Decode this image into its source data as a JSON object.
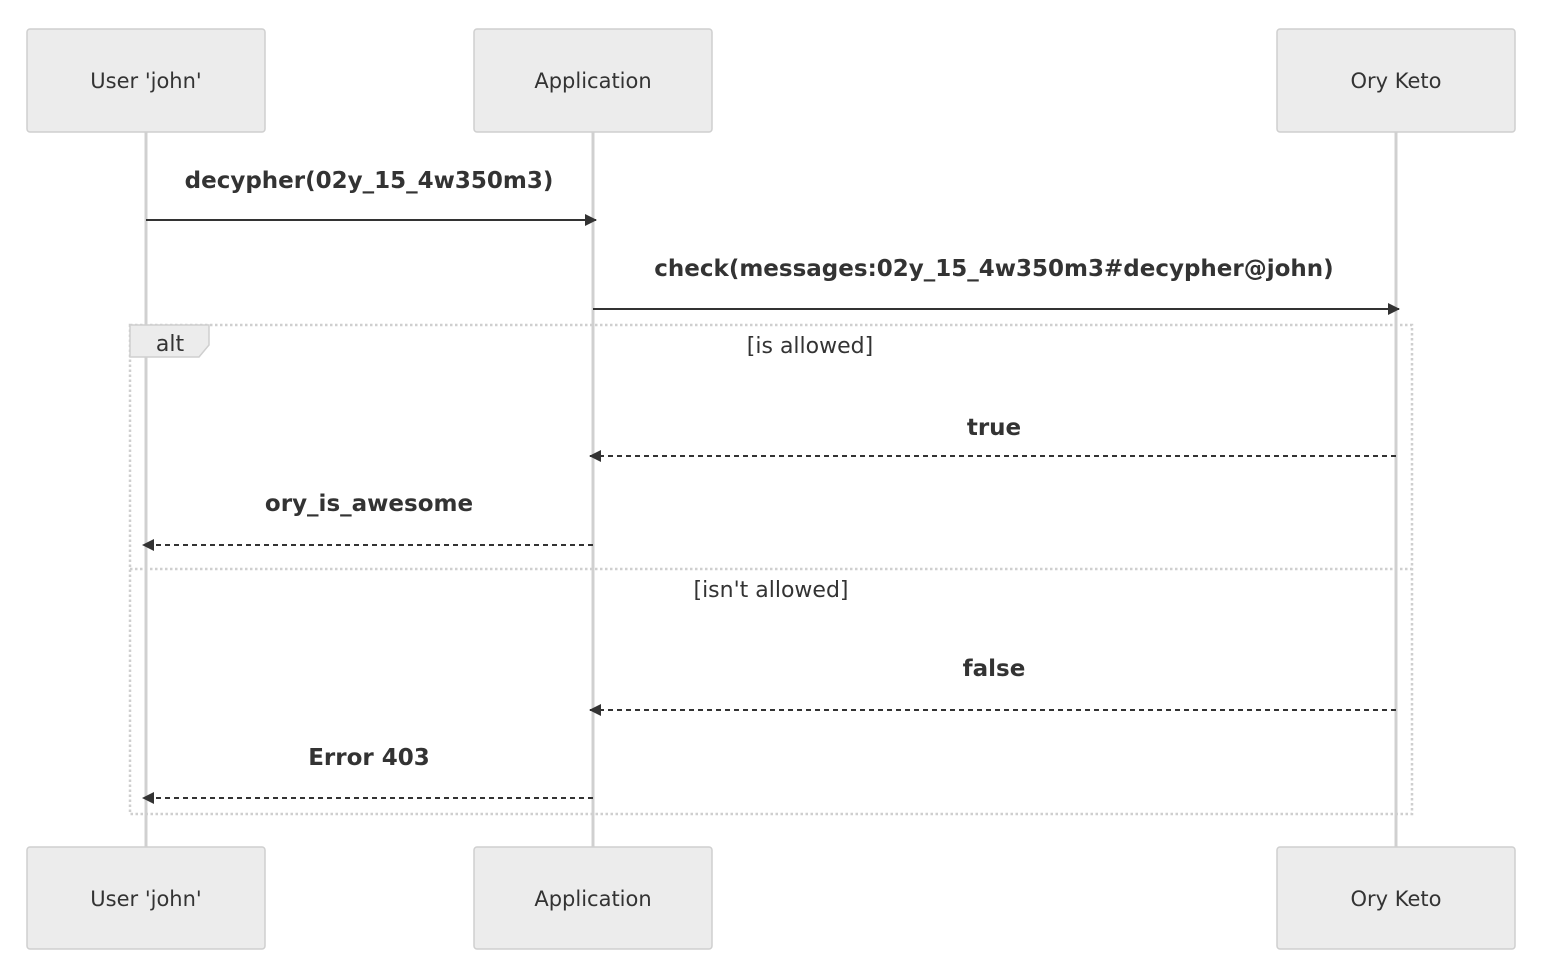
{
  "participants": [
    {
      "id": "user",
      "label": "User 'john'"
    },
    {
      "id": "app",
      "label": "Application"
    },
    {
      "id": "keto",
      "label": "Ory Keto"
    }
  ],
  "messages": [
    {
      "from": "user",
      "to": "app",
      "label": "decypher(02y_15_4w350m3)",
      "style": "solid"
    },
    {
      "from": "app",
      "to": "keto",
      "label": "check(messages:02y_15_4w350m3#decypher@john)",
      "style": "solid"
    },
    {
      "from": "keto",
      "to": "app",
      "label": "true",
      "style": "dashed"
    },
    {
      "from": "app",
      "to": "user",
      "label": "ory_is_awesome",
      "style": "dashed"
    },
    {
      "from": "keto",
      "to": "app",
      "label": "false",
      "style": "dashed"
    },
    {
      "from": "app",
      "to": "user",
      "label": "Error 403",
      "style": "dashed"
    }
  ],
  "alt_block": {
    "keyword": "alt",
    "branches": [
      {
        "condition": "[is allowed]"
      },
      {
        "condition": "[isn't allowed]"
      }
    ]
  }
}
